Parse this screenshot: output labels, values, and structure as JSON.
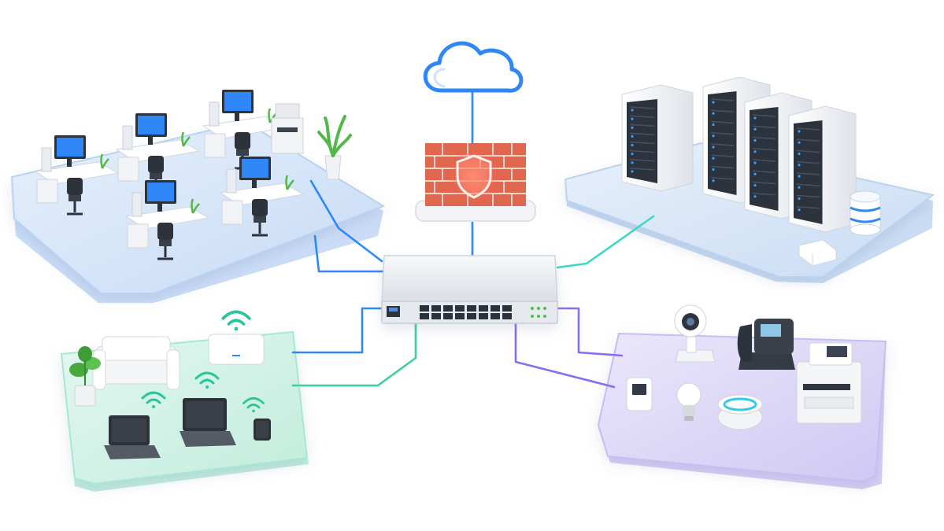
{
  "diagram": {
    "kind": "network-topology",
    "hub": {
      "device": "network-switch",
      "port_count": 16,
      "status_led_count": 6
    },
    "zones": [
      {
        "id": "office",
        "device": "desktop-workstation",
        "count": 5,
        "extras": [
          "printer",
          "potted-plant"
        ],
        "platform_color": "#cfe0f7"
      },
      {
        "id": "datacenter",
        "device": "server-rack",
        "count": 4,
        "extras": [
          "database-cylinder",
          "mini-hub"
        ],
        "platform_color": "#d4e3f7"
      },
      {
        "id": "perimeter",
        "device": "cloud",
        "count": 1,
        "extras": [
          "firewall-brick-wall",
          "shield"
        ]
      },
      {
        "id": "wireless",
        "device": "wifi-client",
        "count": 3,
        "extras": [
          "wireless-access-point",
          "sofa",
          "potted-plant"
        ],
        "platform_color": "#d3f2e7"
      },
      {
        "id": "iot",
        "device": "smart-device",
        "count": 6,
        "extras": [
          "security-camera",
          "voip-phone",
          "multifunction-printer",
          "thermostat",
          "smart-bulb",
          "smart-speaker"
        ],
        "platform_color": "#dcd6f6"
      }
    ],
    "links": [
      {
        "from": "hub",
        "to": "perimeter",
        "color": "#2f86f6"
      },
      {
        "from": "perimeter",
        "to": "cloud",
        "color": "#2f86f6"
      },
      {
        "from": "hub",
        "to": "office",
        "color": "#2f86f6"
      },
      {
        "from": "hub",
        "to": "datacenter",
        "color": "#3ed7c4"
      },
      {
        "from": "hub",
        "to": "wireless",
        "color": "#2f86f6"
      },
      {
        "from": "hub",
        "to": "wireless",
        "color": "#3fd09a"
      },
      {
        "from": "hub",
        "to": "iot",
        "color": "#8b6cf0"
      },
      {
        "from": "hub",
        "to": "iot",
        "color": "#8b6cf0"
      }
    ],
    "colors": {
      "cloud_outline": "#2f86f6",
      "firewall_brick": "#e0664d",
      "shield_glow": "#ff5a4e",
      "wifi_signal": "#25c79a",
      "server_led": "#2fa0ff"
    }
  }
}
